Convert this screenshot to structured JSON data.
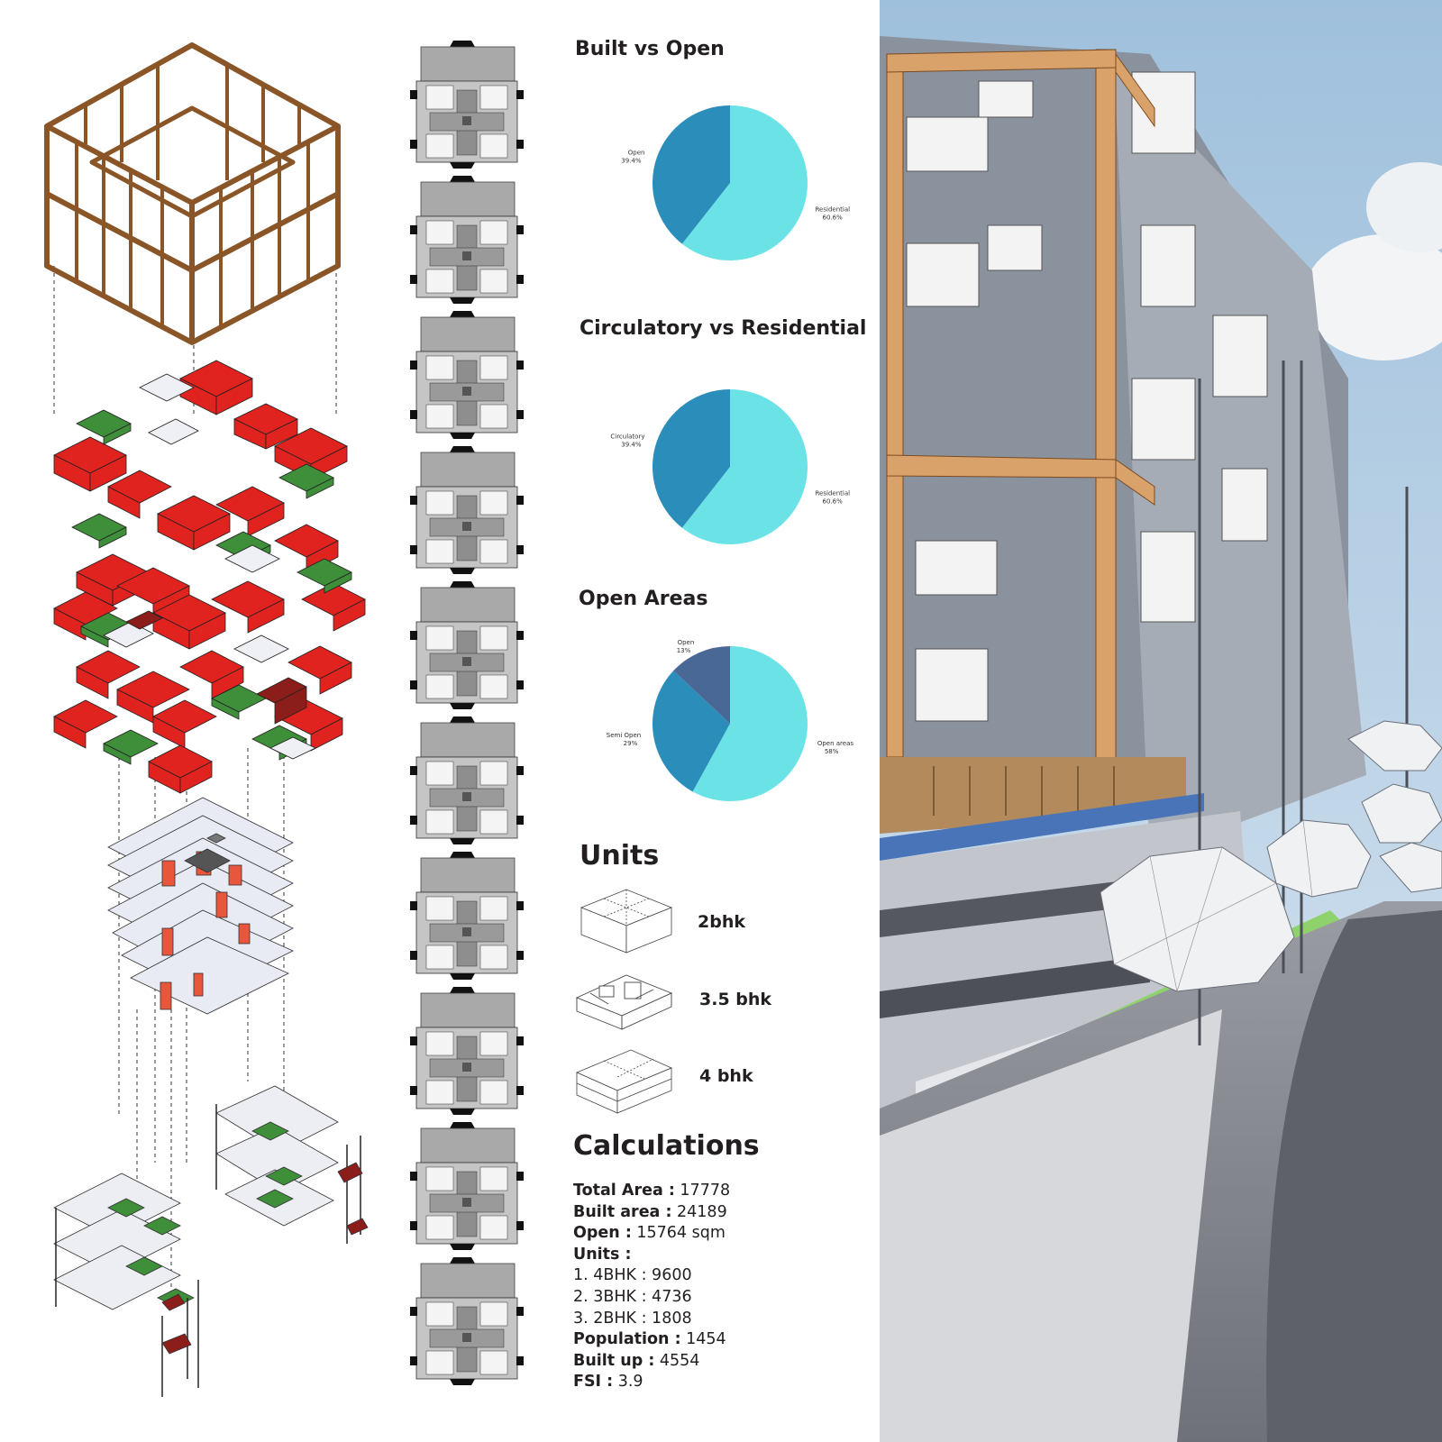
{
  "charts": {
    "built_vs_open": {
      "title": "Built vs Open"
    },
    "circ_vs_res": {
      "title": "Circulatory vs Residential"
    },
    "open_areas": {
      "title": "Open Areas"
    }
  },
  "chart_data": [
    {
      "type": "pie",
      "title": "Built vs Open",
      "slices": [
        {
          "label": "Residential",
          "pct_label": "60.6%",
          "value": 60.6,
          "color": "#6be3e6"
        },
        {
          "label": "Open",
          "pct_label": "39.4%",
          "value": 39.4,
          "color": "#2b8dba"
        }
      ]
    },
    {
      "type": "pie",
      "title": "Circulatory vs Residential",
      "slices": [
        {
          "label": "Residential",
          "pct_label": "60.6%",
          "value": 60.6,
          "color": "#6be3e6"
        },
        {
          "label": "Circulatory",
          "pct_label": "39.4%",
          "value": 39.4,
          "color": "#2b8dba"
        }
      ]
    },
    {
      "type": "pie",
      "title": "Open Areas",
      "slices": [
        {
          "label": "Open areas",
          "pct_label": "58%",
          "value": 58,
          "color": "#6be3e6"
        },
        {
          "label": "Semi Open",
          "pct_label": "29%",
          "value": 29,
          "color": "#2b8dba"
        },
        {
          "label": "Open",
          "pct_label": "13%",
          "value": 13,
          "color": "#4a6896"
        }
      ]
    }
  ],
  "units": {
    "title": "Units",
    "items": [
      {
        "label": "2bhk"
      },
      {
        "label": "3.5 bhk"
      },
      {
        "label": "4 bhk"
      }
    ]
  },
  "calculations": {
    "title": "Calculations",
    "lines": [
      {
        "key": "Total Area :",
        "value": " 17778"
      },
      {
        "key": "Built area :",
        "value": " 24189"
      },
      {
        "key": "Open :",
        "value": " 15764 sqm"
      },
      {
        "key": "Units :",
        "value": ""
      },
      {
        "key": "",
        "value": "1. 4BHK : 9600"
      },
      {
        "key": "",
        "value": "2. 3BHK : 4736"
      },
      {
        "key": "",
        "value": "3. 2BHK : 1808"
      },
      {
        "key": "Population :",
        "value": " 1454"
      },
      {
        "key": "Built up :",
        "value": " 4554"
      },
      {
        "key": "FSI :",
        "value": " 3.9"
      }
    ]
  },
  "colors": {
    "frame": "#8a5527",
    "unit_red": "#e0231f",
    "unit_green": "#3f8f3a",
    "plan_grey": "#a9a9a9",
    "sky": "#b9d3e6"
  }
}
